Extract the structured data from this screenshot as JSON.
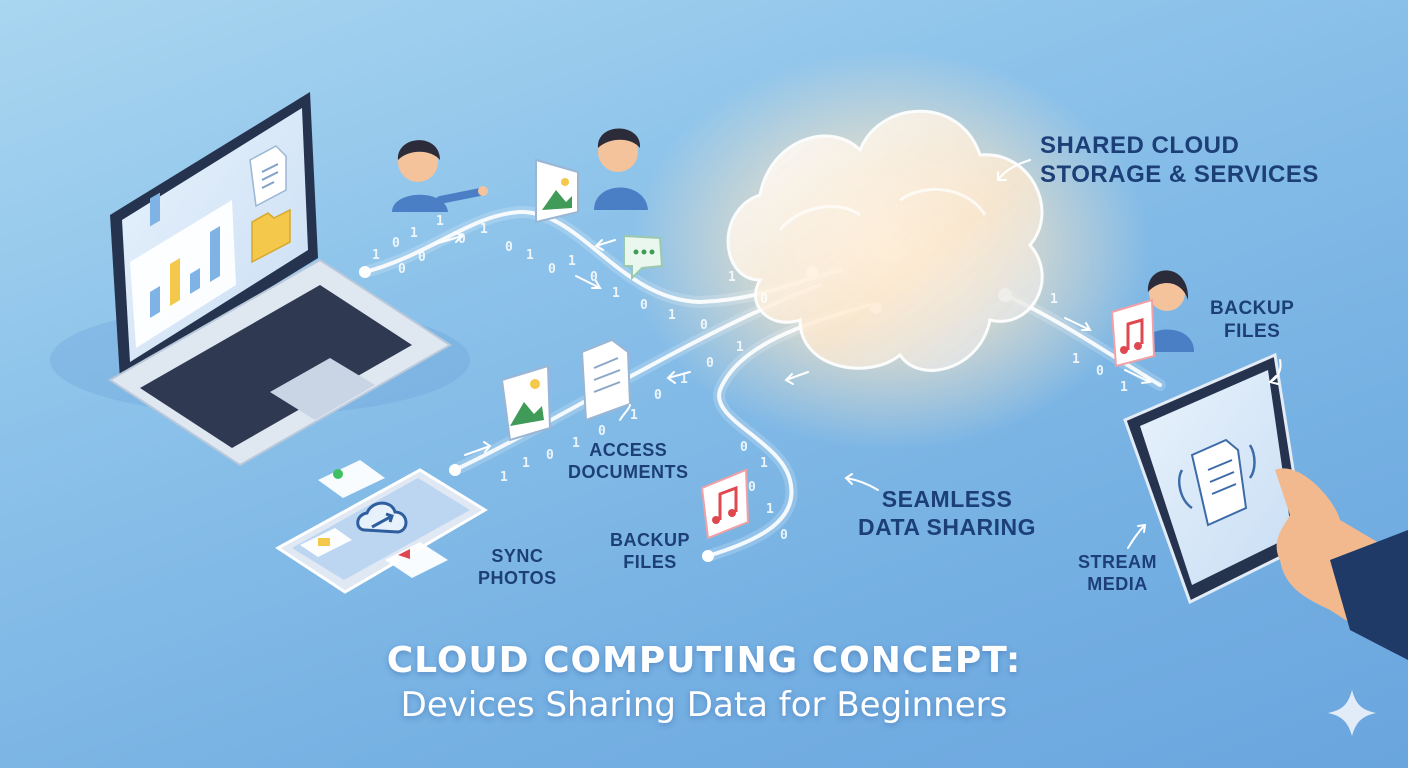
{
  "title": {
    "main": "CLOUD COMPUTING CONCEPT:",
    "subtitle": "Devices Sharing Data for Beginners"
  },
  "labels": {
    "shared_cloud": [
      "SHARED CLOUD",
      "STORAGE & SERVICES"
    ],
    "backup_files_right": [
      "BACKUP",
      "FILES"
    ],
    "access_documents": [
      "ACCESS",
      "DOCUMENTS"
    ],
    "seamless_sharing": [
      "SEAMLESS",
      "DATA SHARING"
    ],
    "backup_files_center": [
      "BACKUP",
      "FILES"
    ],
    "sync_photos": [
      "SYNC",
      "PHOTOS"
    ],
    "stream_media": [
      "STREAM",
      "MEDIA"
    ]
  },
  "binary": [
    "1",
    "0",
    "1",
    "0",
    "0",
    "1",
    "0",
    "1",
    "0",
    "1",
    "0",
    "1",
    "0",
    "1",
    "0",
    "1",
    "0",
    "1",
    "0",
    "1",
    "1",
    "0",
    "1",
    "0",
    "1",
    "0",
    "1",
    "0",
    "1",
    "0",
    "1",
    "0",
    "1",
    "0",
    "1"
  ],
  "icons": {
    "laptop": "laptop-icon",
    "phone": "smartphone-icon",
    "tablet": "tablet-icon",
    "cloud": "cloud-icon",
    "photo": "image-icon",
    "document": "document-icon",
    "music": "music-note-icon",
    "chat": "chat-bubble-icon",
    "folder": "folder-icon",
    "sparkle": "sparkle-icon"
  },
  "colors": {
    "accent": "#1d3f78",
    "cloud_glow": "#ffe7c4",
    "stream": "#ffffff",
    "photo_green": "#3f9b57",
    "music_red": "#e0484f",
    "folder_yellow": "#f4c84a"
  }
}
